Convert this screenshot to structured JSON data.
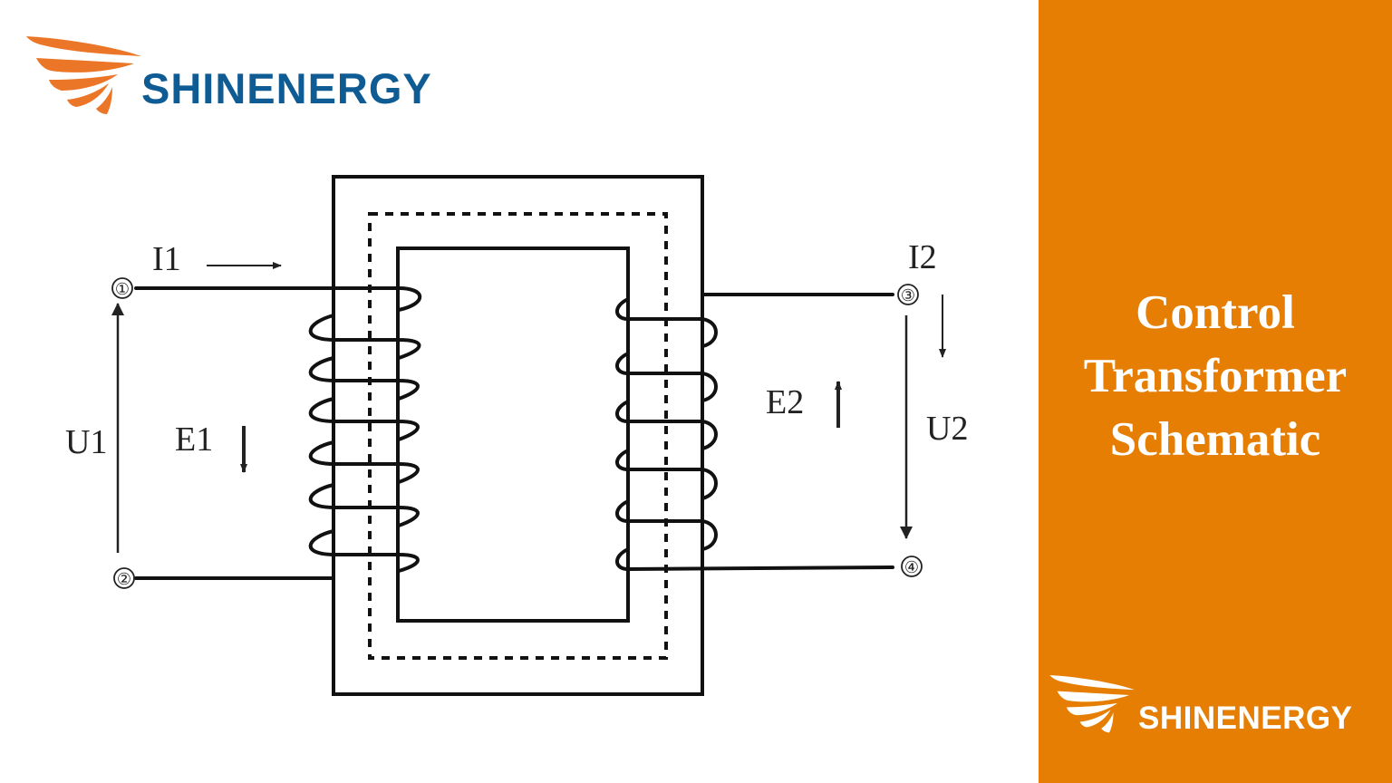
{
  "brand": {
    "name": "SHINENERGY",
    "primary_color": "#0e5c93",
    "accent_color": "#ec7628",
    "panel_color": "#e67e03"
  },
  "panel": {
    "title_lines": [
      "Control",
      "Transformer",
      "Schematic"
    ]
  },
  "diagram": {
    "title": "Control Transformer Schematic",
    "components": {
      "core": "transformer-core",
      "flux_path": "magnetic-flux-dashed-loop",
      "primary_winding": {
        "turns": 7,
        "leg": "left"
      },
      "secondary_winding": {
        "turns": 6,
        "leg": "right"
      }
    },
    "terminals": [
      "①",
      "②",
      "③",
      "④"
    ],
    "labels": {
      "i1": "I1",
      "i2": "I2",
      "u1": "U1",
      "u2": "U2",
      "e1": "E1",
      "e2": "E2"
    },
    "arrows": {
      "i1": "right",
      "i2": "down",
      "u1": "up",
      "u2": "down",
      "e1": "down",
      "e2": "up"
    }
  }
}
